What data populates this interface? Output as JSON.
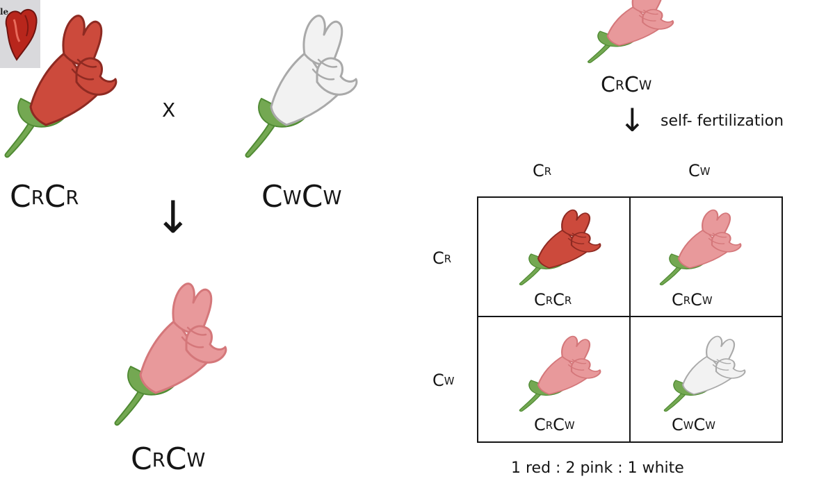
{
  "colors": {
    "red": "#cc4a3c",
    "red_stroke": "#8e2a22",
    "pink": "#e8999b",
    "pink_stroke": "#d4777a",
    "white": "#f2f2f2",
    "white_stroke": "#a9a9a9",
    "stem": "#74a852",
    "stem_stroke": "#4f8a33"
  },
  "thumbnail": {
    "text": "le",
    "icon": "heart-image"
  },
  "left": {
    "cross_symbol": "X",
    "parent1": {
      "base1": "C",
      "sup1": "R",
      "base2": "C",
      "sup2": "R",
      "flower": "red"
    },
    "parent2": {
      "base1": "C",
      "sup1": "W",
      "base2": "C",
      "sup2": "W",
      "flower": "white"
    },
    "arrow": "↓",
    "offspring": {
      "base1": "C",
      "sup1": "R",
      "base2": "C",
      "sup2": "W",
      "flower": "pink"
    }
  },
  "right": {
    "top": {
      "base1": "C",
      "sup1": "R",
      "base2": "C",
      "sup2": "W",
      "flower": "pink"
    },
    "arrow": "↓",
    "arrow_label": "self- fertilization",
    "col_headers": [
      {
        "base": "C",
        "sup": "R"
      },
      {
        "base": "C",
        "sup": "W"
      }
    ],
    "row_headers": [
      {
        "base": "C",
        "sup": "R"
      },
      {
        "base": "C",
        "sup": "W"
      }
    ],
    "cells": [
      {
        "base1": "C",
        "sup1": "R",
        "base2": "C",
        "sup2": "R",
        "flower": "red"
      },
      {
        "base1": "C",
        "sup1": "R",
        "base2": "C",
        "sup2": "W",
        "flower": "pink"
      },
      {
        "base1": "C",
        "sup1": "R",
        "base2": "C",
        "sup2": "W",
        "flower": "pink"
      },
      {
        "base1": "C",
        "sup1": "W",
        "base2": "C",
        "sup2": "W",
        "flower": "white"
      }
    ],
    "ratio": "1 red : 2 pink : 1 white"
  }
}
